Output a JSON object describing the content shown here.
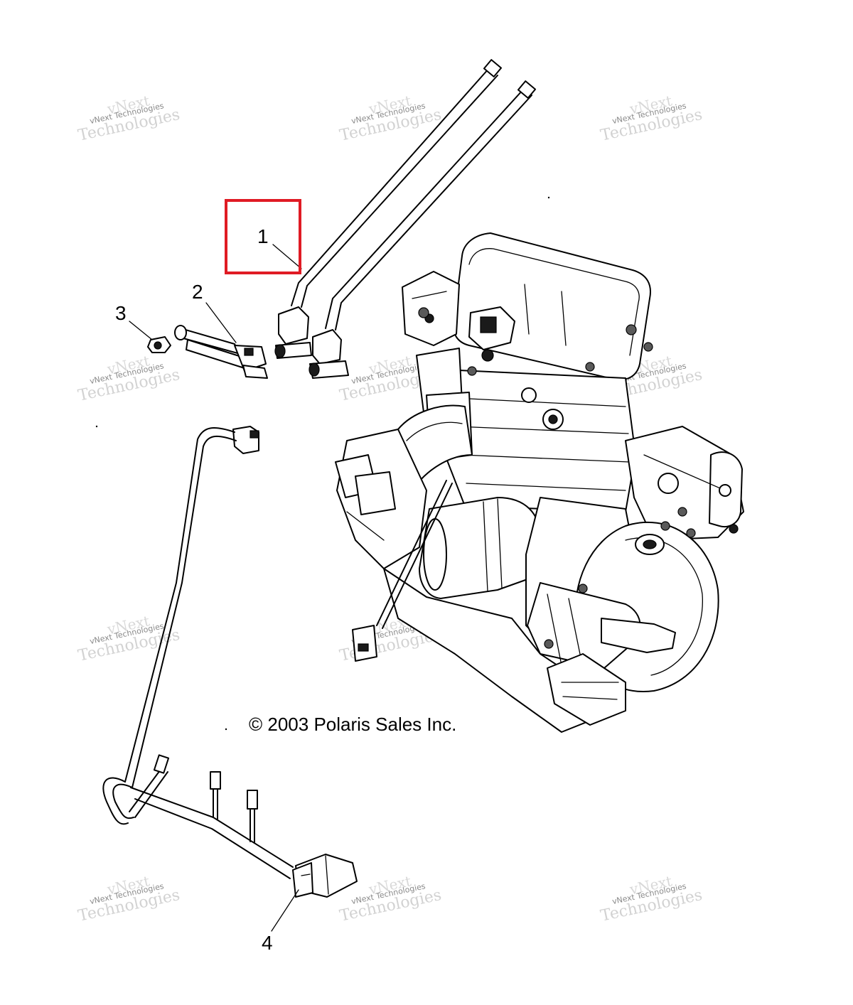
{
  "diagram": {
    "callouts": [
      {
        "id": "1",
        "label": "1"
      },
      {
        "id": "2",
        "label": "2"
      },
      {
        "id": "3",
        "label": "3"
      },
      {
        "id": "4",
        "label": "4"
      }
    ],
    "copyright": "© 2003 Polaris Sales Inc.",
    "highlight_color": "#e01b24",
    "watermark": {
      "line1": "vNext Technologies",
      "line2": "Technologies",
      "line3": "vNext"
    }
  }
}
